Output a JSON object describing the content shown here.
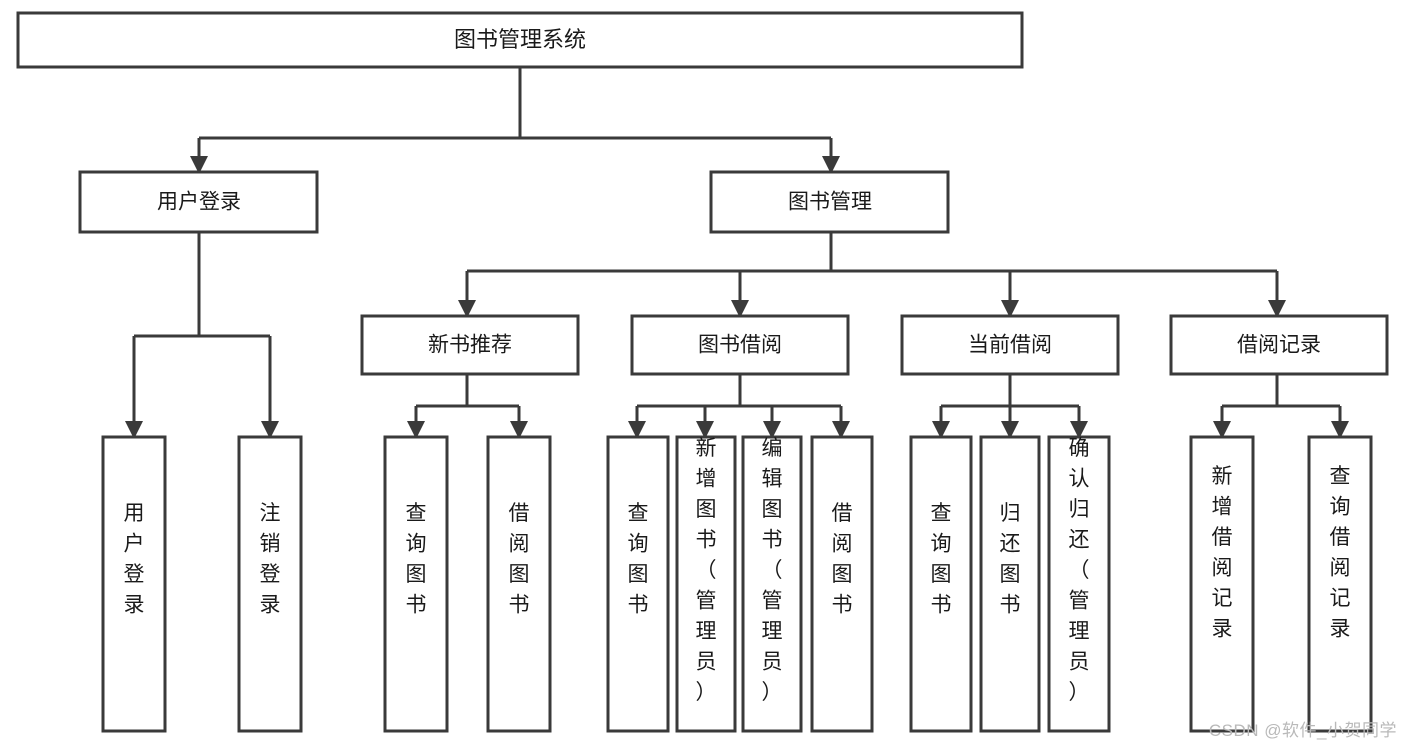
{
  "diagram": {
    "type": "tree-flowchart",
    "title": "图书管理系统",
    "orientation": "top-down",
    "colors": {
      "box_stroke": "#3a3a3a",
      "box_fill": "#ffffff",
      "text": "#1a1a1a",
      "background": "#ffffff",
      "watermark": "#b9b9b9"
    },
    "root": {
      "label": "图书管理系统"
    },
    "level2": [
      {
        "label": "用户登录"
      },
      {
        "label": "图书管理"
      }
    ],
    "level3": [
      {
        "label": "新书推荐"
      },
      {
        "label": "图书借阅"
      },
      {
        "label": "当前借阅"
      },
      {
        "label": "借阅记录"
      }
    ],
    "leaves": {
      "user_login": [
        {
          "label": "用户登录"
        },
        {
          "label": "注销登录"
        }
      ],
      "new_book_recommend": [
        {
          "label": "查询图书"
        },
        {
          "label": "借阅图书"
        }
      ],
      "book_borrow": [
        {
          "label": "查询图书"
        },
        {
          "label": "新增图书（管理员）"
        },
        {
          "label": "编辑图书（管理员）"
        },
        {
          "label": "借阅图书"
        }
      ],
      "current_borrow": [
        {
          "label": "查询图书"
        },
        {
          "label": "归还图书"
        },
        {
          "label": "确认归还（管理员）"
        }
      ],
      "borrow_record": [
        {
          "label": "新增借阅记录"
        },
        {
          "label": "查询借阅记录"
        }
      ]
    }
  },
  "watermark": {
    "text": "CSDN @软件_小贺同学"
  }
}
